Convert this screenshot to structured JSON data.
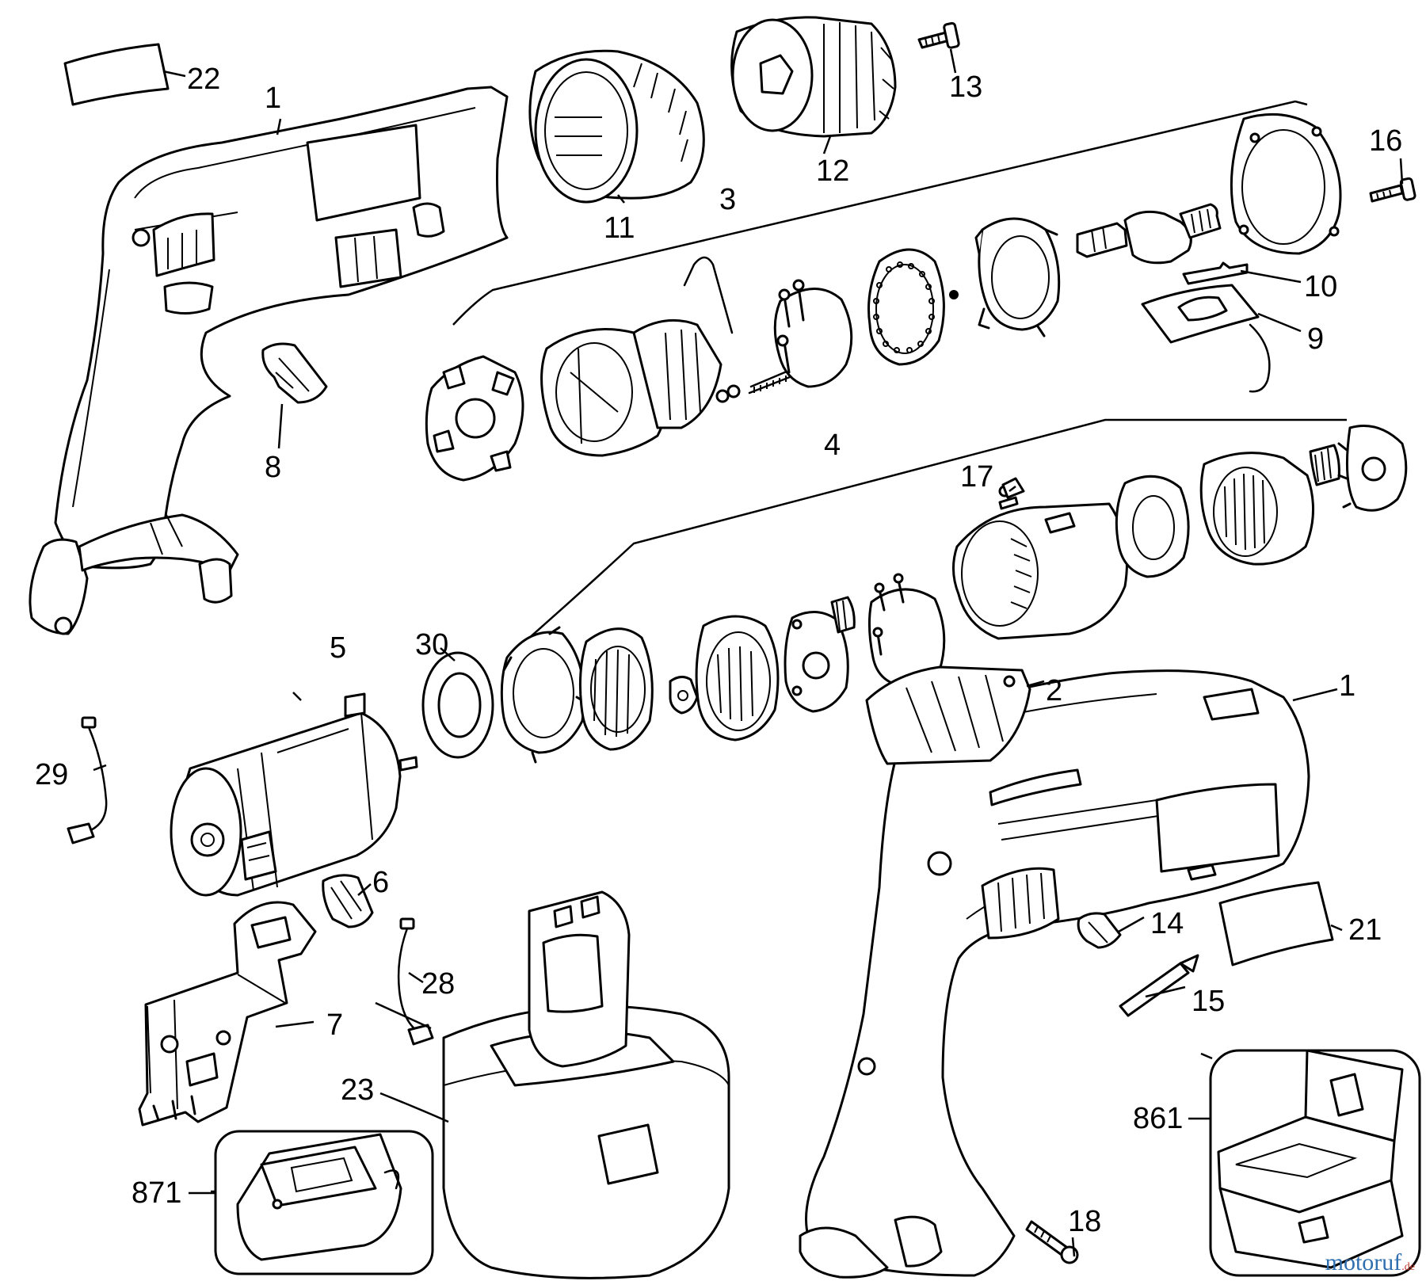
{
  "callouts": {
    "c1_top": "1",
    "c1_right": "1",
    "c2": "2",
    "c3": "3",
    "c4": "4",
    "c5": "5",
    "c6": "6",
    "c7": "7",
    "c8": "8",
    "c9": "9",
    "c10": "10",
    "c11": "11",
    "c12": "12",
    "c13": "13",
    "c14": "14",
    "c15": "15",
    "c16": "16",
    "c17": "17",
    "c18": "18",
    "c21": "21",
    "c22": "22",
    "c23": "23",
    "c28": "28",
    "c29": "29",
    "c30": "30",
    "c861": "861",
    "c871": "871"
  },
  "watermark": {
    "text": "motoruf",
    "suffix": ".de"
  }
}
